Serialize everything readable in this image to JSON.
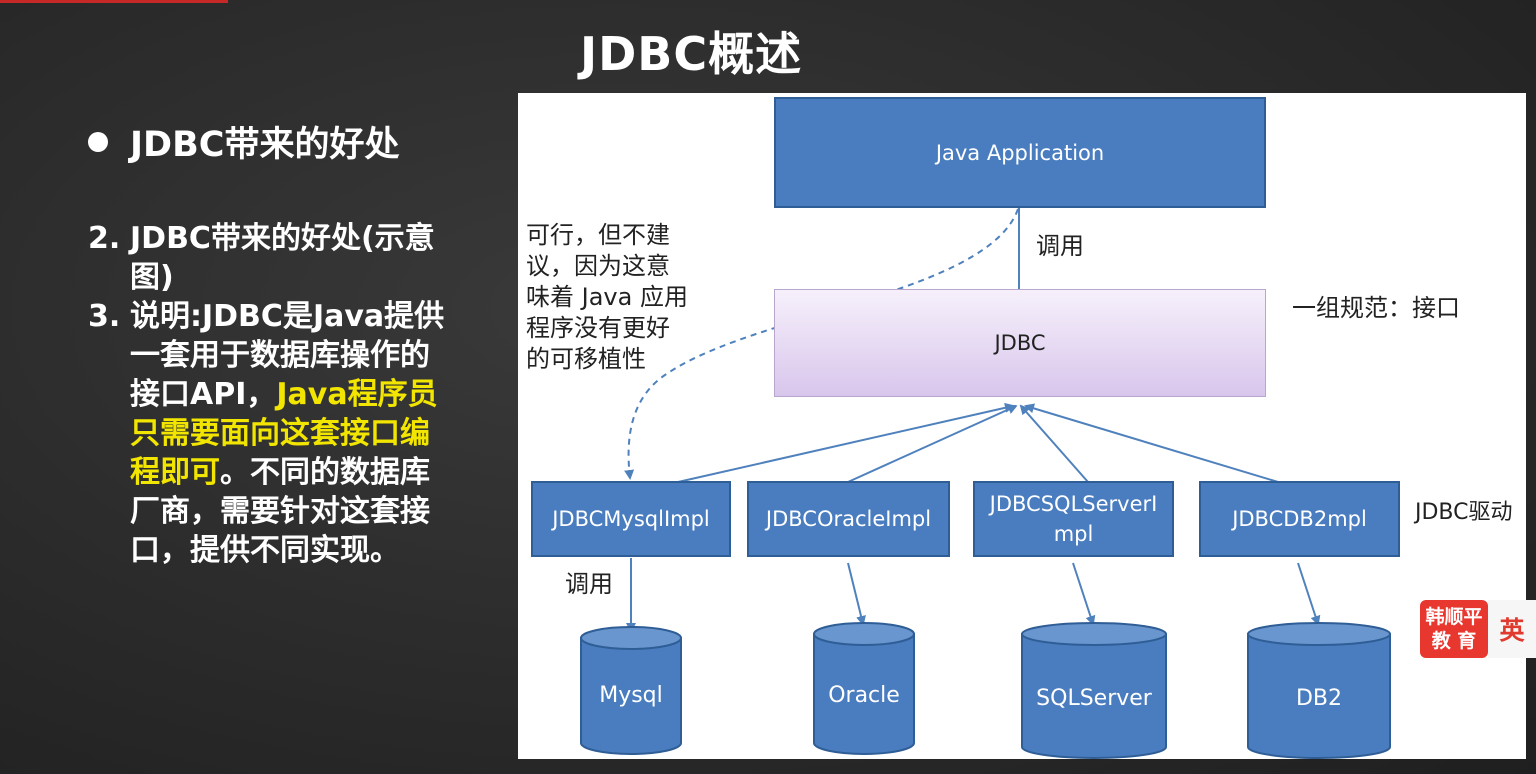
{
  "slide": {
    "title": "JDBC概述",
    "bullet": "JDBC带来的好处",
    "item2_num": "2.",
    "item2_text": "JDBC带来的好处(示意图)",
    "item3_num": "3.",
    "item3_part1": "说明:JDBC是Java提供一套用于数据库操作的接口API，",
    "item3_highlight": "Java程序员只需要面向这套接口编程即可",
    "item3_part2": "。不同的数据库厂商，需要针对这套接口，提供不同实现。"
  },
  "diagram": {
    "app_box": "Java Application",
    "call_label_top": "调用",
    "jdbc_box": "JDBC",
    "jdbc_note": "一组规范：接口",
    "dashed_note_lines": [
      "可行，但不建",
      "议，因为这意",
      "味着 Java 应用",
      "程序没有更好",
      "的可移植性"
    ],
    "impls": [
      "JDBCMysqlImpl",
      "JDBCOracleImpl",
      "JDBCSQLServerImpl",
      "JDBCDB2mpl"
    ],
    "driver_label": "JDBC驱动",
    "call_label_bottom": "调用",
    "databases": [
      "Mysql",
      "Oracle",
      "SQLServer",
      "DB2"
    ]
  },
  "watermark": {
    "badge_line1": "韩顺平",
    "badge_line2": "教 育",
    "lang": "英"
  },
  "colors": {
    "box_blue": "#4a7dbf",
    "arrow_blue": "#4f81bd",
    "highlight_yellow": "#f2e600",
    "brand_red": "#e8372f"
  }
}
